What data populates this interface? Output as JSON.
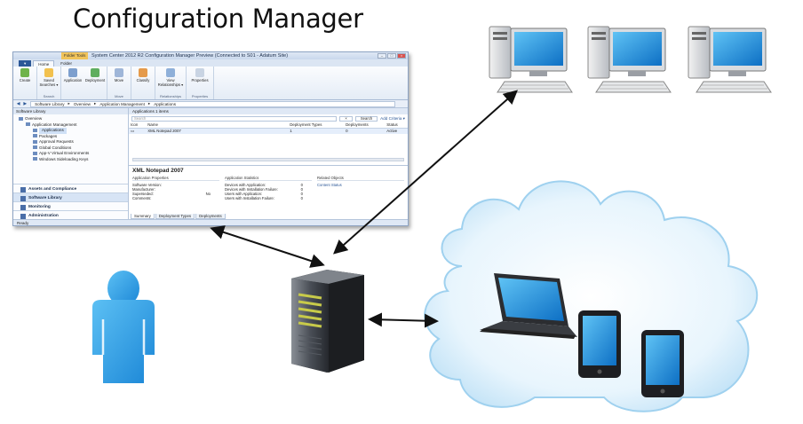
{
  "title": "Configuration Manager",
  "console": {
    "folder_tools": "Folder Tools",
    "window_title": "System Center 2012 R2 Configuration Manager Preview (Connected to S01 - Adatum Site)",
    "tabs": [
      "Home",
      "Folder"
    ],
    "ribbon_groups": [
      {
        "label": "",
        "buttons": [
          "Create"
        ]
      },
      {
        "label": "Search",
        "buttons": [
          "Saved Searches ▾"
        ]
      },
      {
        "label": "",
        "buttons": [
          "Application",
          "Deployment"
        ]
      },
      {
        "label": "Move",
        "buttons": [
          "Move"
        ]
      },
      {
        "label": "",
        "buttons": [
          "Classify"
        ]
      },
      {
        "label": "Relationships",
        "buttons": [
          "View Relationships ▾"
        ]
      },
      {
        "label": "Properties",
        "buttons": [
          "Properties"
        ]
      }
    ],
    "breadcrumb": [
      "Software Library",
      "Overview",
      "Application Management",
      "Applications"
    ],
    "sidebar": {
      "header": "Software Library",
      "tree": [
        {
          "label": "Overview",
          "level": 0
        },
        {
          "label": "Application Management",
          "level": 1
        },
        {
          "label": "Applications",
          "level": 2,
          "selected": true
        },
        {
          "label": "Packages",
          "level": 2
        },
        {
          "label": "Approval Requests",
          "level": 2
        },
        {
          "label": "Global Conditions",
          "level": 2
        },
        {
          "label": "App-V Virtual Environments",
          "level": 2
        },
        {
          "label": "Windows Sideloading Keys",
          "level": 2
        }
      ],
      "workspaces": [
        {
          "label": "Assets and Compliance",
          "selected": false
        },
        {
          "label": "Software Library",
          "selected": true
        },
        {
          "label": "Monitoring",
          "selected": false
        },
        {
          "label": "Administration",
          "selected": false
        }
      ]
    },
    "list_header": "Applications 1 items",
    "search_placeholder": "Search",
    "search_button": "Search",
    "add_criteria": "Add Criteria ▾",
    "columns": [
      "Icon",
      "Name",
      "Deployment Types",
      "Deployments",
      "Status"
    ],
    "rows": [
      {
        "icon": "",
        "name": "XML Notepad 2007",
        "deployment_types": "1",
        "deployments": "0",
        "status": "Active"
      }
    ],
    "detail": {
      "title": "XML Notepad 2007",
      "properties_header": "Application Properties",
      "properties": [
        {
          "key": "Software Version:",
          "value": ""
        },
        {
          "key": "Manufacturer:",
          "value": ""
        },
        {
          "key": "Superseded:",
          "value": "No"
        },
        {
          "key": "Comments:",
          "value": ""
        }
      ],
      "statistics_header": "Application Statistics",
      "statistics": [
        {
          "key": "Devices with Application:",
          "value": "0"
        },
        {
          "key": "Devices with Installation Failure:",
          "value": "0"
        },
        {
          "key": "Users with Application:",
          "value": "0"
        },
        {
          "key": "Users with Installation Failure:",
          "value": "0"
        }
      ],
      "related_header": "Related Objects",
      "related_link": "Content Status",
      "tabs": [
        "Summary",
        "Deployment Types",
        "Deployments"
      ]
    },
    "status": "Ready"
  },
  "colors": {
    "arrow": "#111111",
    "user": "#2a9be0",
    "cloud": "#cfe9f9",
    "screen": "#1a86d6"
  },
  "icons": [
    "desktop-computer-icon",
    "user-icon",
    "server-icon",
    "laptop-icon",
    "phone-icon",
    "cloud-icon"
  ]
}
